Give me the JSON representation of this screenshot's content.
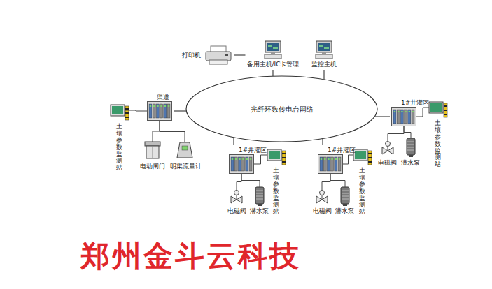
{
  "diagram": {
    "nodes": [
      {
        "text": [
          "打印机"
        ]
      },
      {
        "text": [
          "备用主机/IC卡管理"
        ]
      },
      {
        "text": [
          "监控主机"
        ]
      },
      {
        "text": [
          "光纤环数传电台网络"
        ]
      },
      {
        "text": [
          "渠道"
        ]
      },
      {
        "text": [
          "1#井灌区"
        ]
      },
      {
        "text": [
          "1#井灌区"
        ]
      },
      {
        "text": [
          "1#井灌区"
        ]
      }
    ],
    "edges": [
      {
        "from": 0,
        "to": 1,
        "arrow": "none"
      },
      {
        "from": 1,
        "to": 3,
        "arrow": "none"
      },
      {
        "from": 2,
        "to": 3,
        "arrow": "none"
      },
      {
        "from": 4,
        "to": 3,
        "arrow": "none"
      },
      {
        "from": 5,
        "to": 3,
        "arrow": "none"
      },
      {
        "from": 6,
        "to": 3,
        "arrow": "none"
      },
      {
        "from": 7,
        "to": 3,
        "arrow": "none"
      }
    ],
    "labels": [
      "土壤参数监测站",
      "电动闸门",
      "明渠流量计",
      "土壤参数监测站",
      "电磁阀",
      "潜水泵",
      "土壤参数监测站",
      "电磁阀",
      "潜水泵",
      "土壤参数监测站",
      "电磁阀",
      "潜水泵",
      "郑州金斗云科技"
    ]
  }
}
